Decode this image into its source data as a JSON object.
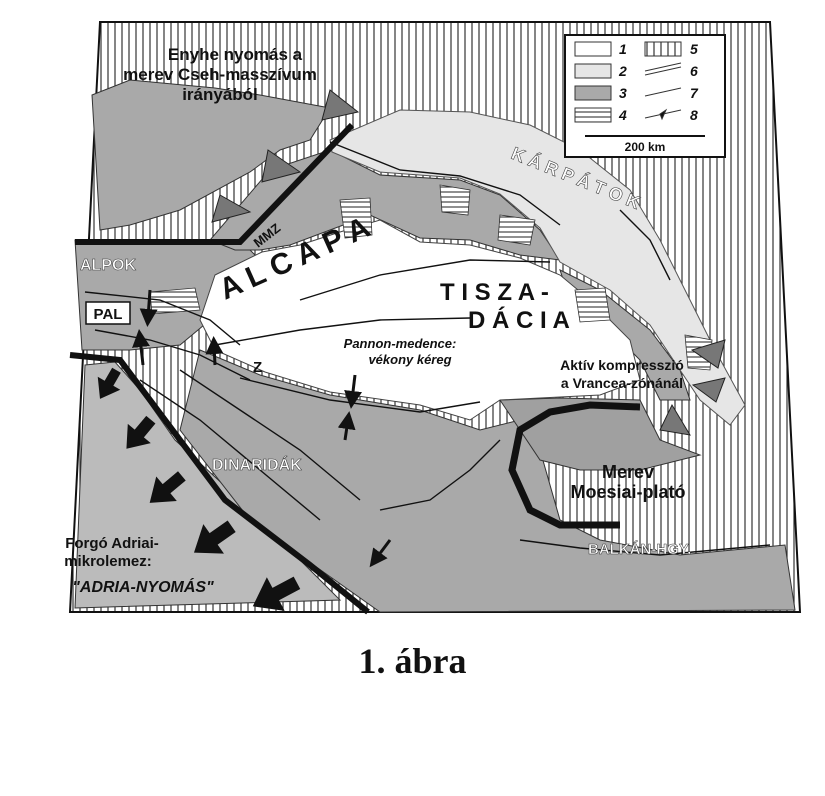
{
  "labels": {
    "north_note": [
      "Enyhe nyomás a",
      "merev Cseh-masszívum",
      "irányából"
    ],
    "karpatok": "K Á R P Á T O K",
    "mmz": "MMZ",
    "alcapa": "A L C A P A",
    "tisza": "T I S Z A -",
    "dacia": "D Á C I A",
    "alpok": "ALPOK",
    "pal": "PAL",
    "z": "Z",
    "pannon": [
      "Pannon-medence:",
      "vékony kéreg"
    ],
    "vrancea": [
      "Aktív kompresszió",
      "a Vrancea-zónánál"
    ],
    "dinaridak": "DINARIDÁK",
    "moesia": [
      "Merev",
      "Moesiai-plató"
    ],
    "adria": [
      "Forgó Adriai-",
      "mikrolemez:"
    ],
    "adria_push": "\"ADRIA-NYOMÁS\"",
    "balkan": "BALKÁN-HGY."
  },
  "legend": {
    "items": [
      "1",
      "2",
      "3",
      "4",
      "5",
      "6",
      "7",
      "8"
    ],
    "scale": "200 km"
  },
  "caption": "1. ábra",
  "colors": {
    "basin": "#ffffff",
    "light": "#e6e6e6",
    "gray": "#a9a9a9",
    "dark": "#111111"
  }
}
